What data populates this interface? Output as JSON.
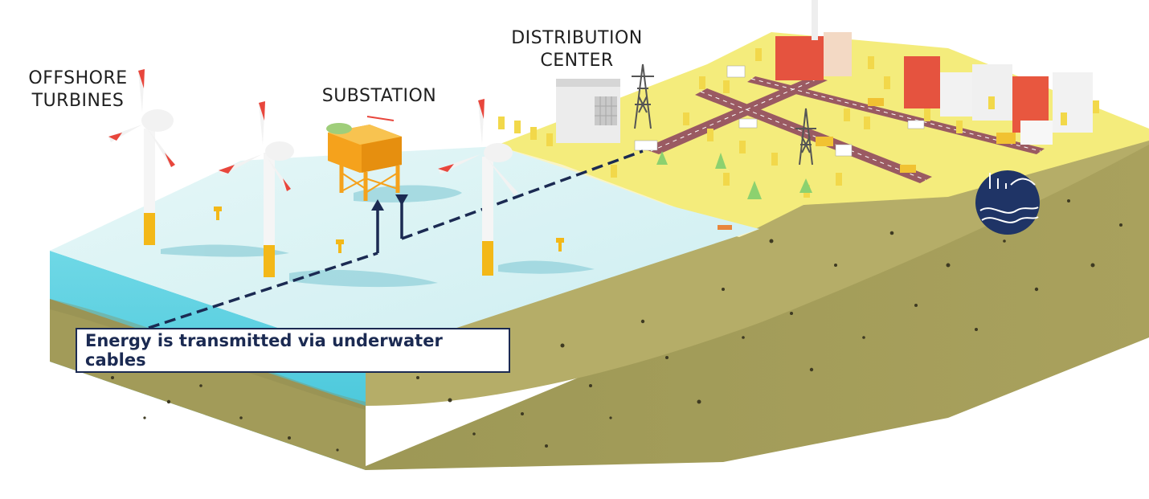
{
  "labels": {
    "turbines": [
      "OFFSHORE",
      "TURBINES"
    ],
    "substation": "SUBSTATION",
    "distribution": [
      "DISTRIBUTION",
      "CENTER"
    ]
  },
  "caption": "Energy is transmitted via underwater cables",
  "colors": {
    "sea_surface": "#dff4f5",
    "sea_side": "#52cde0",
    "seabed": "#a7a05c",
    "sand": "#f4ec7c",
    "road": "#9a5a62",
    "cable": "#1b2a52",
    "turbine_red": "#e8463c",
    "turbine_yellow": "#f3b818",
    "substation_orange": "#f5a21c",
    "logo_navy": "#1f3466"
  },
  "icons": [
    "wind-turbine-icon",
    "substation-platform-icon",
    "transmission-tower-icon",
    "city-building-icon",
    "logo-emblem-icon"
  ]
}
